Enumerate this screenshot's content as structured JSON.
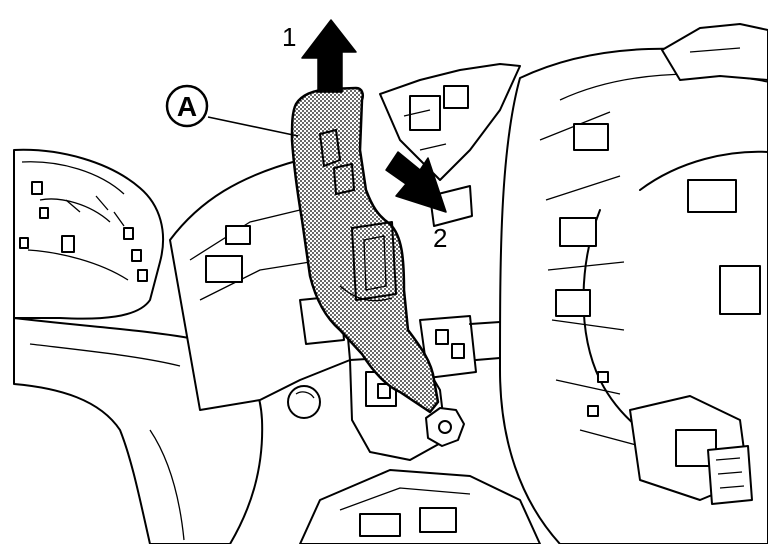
{
  "diagram": {
    "callout_letter": "A",
    "step_labels": [
      "1",
      "2"
    ],
    "steps": [
      {
        "label": "1",
        "direction": "up"
      },
      {
        "label": "2",
        "direction": "down-right"
      }
    ],
    "colors": {
      "line": "#000000",
      "background": "#ffffff",
      "highlight_pattern": "dotted"
    }
  }
}
